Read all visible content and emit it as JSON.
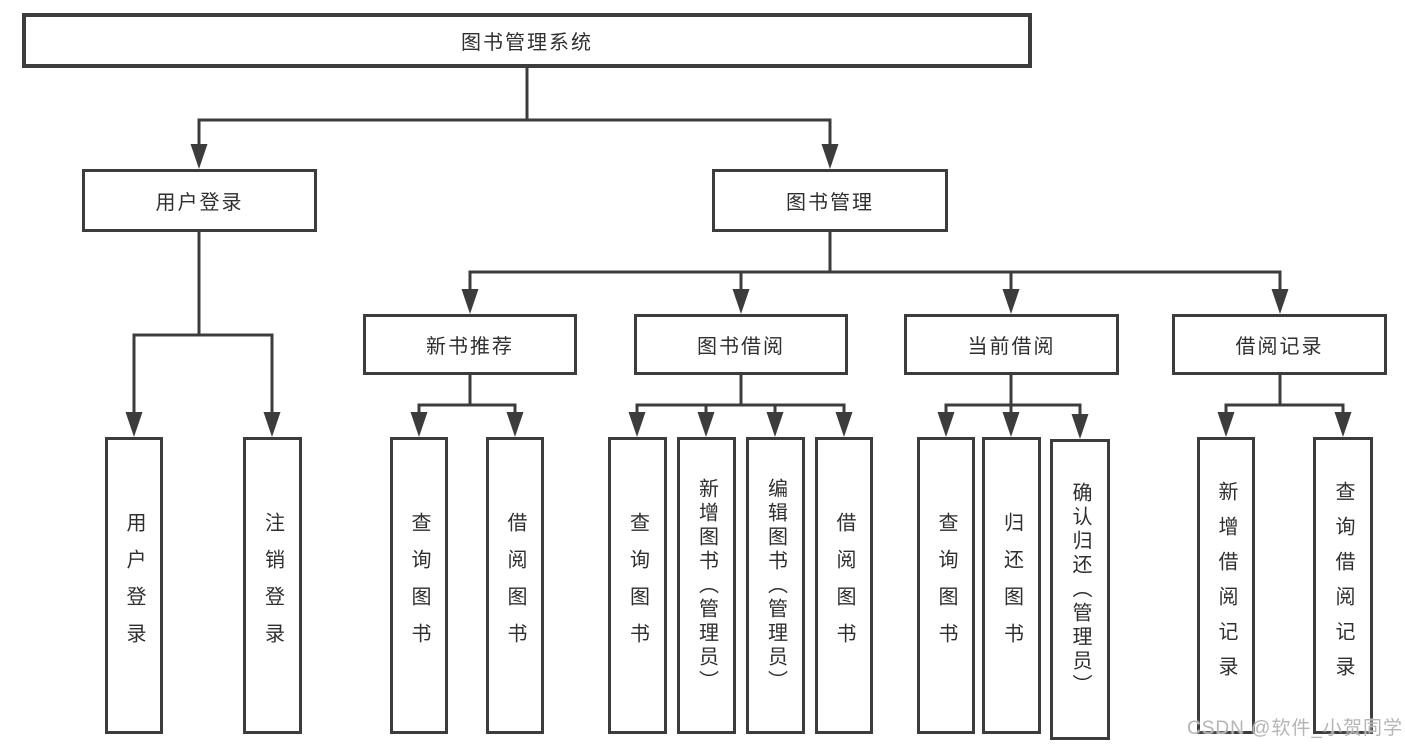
{
  "diagram_type": "functional-structure-chart",
  "tree": {
    "label": "图书管理系统",
    "children": [
      {
        "label": "用户登录",
        "children": [
          {
            "label": "用户登录"
          },
          {
            "label": "注销登录"
          }
        ]
      },
      {
        "label": "图书管理",
        "children": [
          {
            "label": "新书推荐",
            "children": [
              {
                "label": "查询图书"
              },
              {
                "label": "借阅图书"
              }
            ]
          },
          {
            "label": "图书借阅",
            "children": [
              {
                "label": "查询图书"
              },
              {
                "label": "新增图书（管理员）"
              },
              {
                "label": "编辑图书（管理员）"
              },
              {
                "label": "借阅图书"
              }
            ]
          },
          {
            "label": "当前借阅",
            "children": [
              {
                "label": "查询图书"
              },
              {
                "label": "归还图书"
              },
              {
                "label": "确认归还（管理员）"
              }
            ]
          },
          {
            "label": "借阅记录",
            "children": [
              {
                "label": "新增借阅记录"
              },
              {
                "label": "查询借阅记录"
              }
            ]
          }
        ]
      }
    ]
  },
  "watermark": {
    "text": "CSDN @软件_小贺同学"
  },
  "colors": {
    "line": "#3c3c3c",
    "text": "#2f2f2f",
    "background": "#ffffff",
    "watermark": "#b5b5b5"
  }
}
